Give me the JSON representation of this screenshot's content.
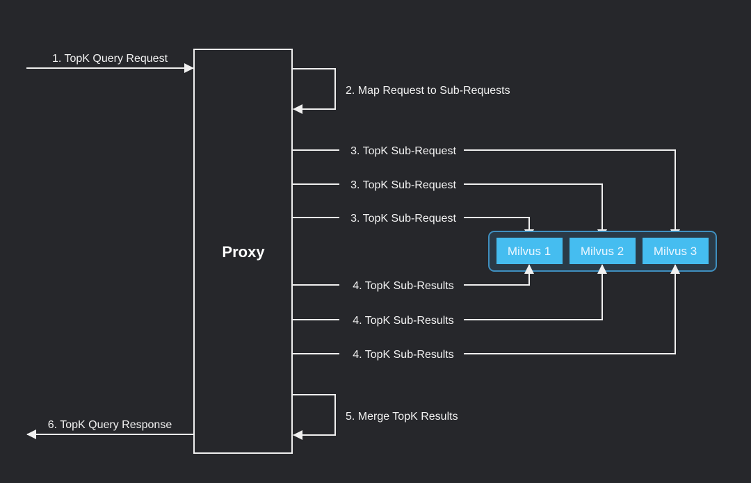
{
  "diagram": {
    "proxy": {
      "label": "Proxy"
    },
    "nodes": [
      {
        "label": "Milvus 1"
      },
      {
        "label": "Milvus 2"
      },
      {
        "label": "Milvus 3"
      }
    ],
    "steps": {
      "query_request": "1. TopK Query Request",
      "map_request": "2. Map Request to Sub-Requests",
      "sub_requests": [
        "3. TopK Sub-Request",
        "3. TopK Sub-Request",
        "3. TopK Sub-Request"
      ],
      "sub_results": [
        "4. TopK Sub-Results",
        "4. TopK Sub-Results",
        "4. TopK Sub-Results"
      ],
      "merge_results": "5. Merge TopK Results",
      "query_response": "6. TopK Query Response"
    },
    "colors": {
      "background": "#26272b",
      "line": "#f0f0f0",
      "node_fill": "#45bdf0",
      "cluster_fill": "#2a3a47",
      "cluster_border": "#3f8fbf"
    }
  }
}
